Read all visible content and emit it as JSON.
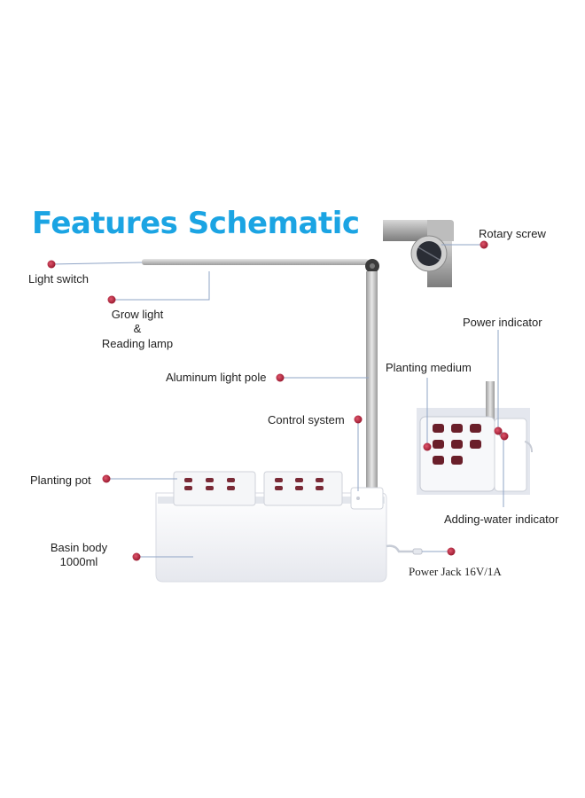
{
  "title": "Features Schematic",
  "labels": {
    "light_switch": "Light switch",
    "grow_light_1": "Grow light",
    "grow_light_2": "&",
    "grow_light_3": "Reading lamp",
    "aluminum_pole": "Aluminum light pole",
    "control_system": "Control system",
    "planting_pot": "Planting pot",
    "basin_body_1": "Basin body",
    "basin_body_2": "1000ml",
    "rotary_screw": "Rotary screw",
    "power_indicator": "Power indicator",
    "planting_medium": "Planting medium",
    "adding_water": "Adding-water indicator",
    "power_jack": "Power Jack 16V/1A"
  },
  "colors": {
    "title": "#1ba4e3",
    "marker": "#b2203a",
    "leader_line": "#8fa4c6",
    "device_white": "#f2f3f6",
    "pole_gray": "#b8b8b8",
    "medium_maroon": "#6a1f2a"
  }
}
